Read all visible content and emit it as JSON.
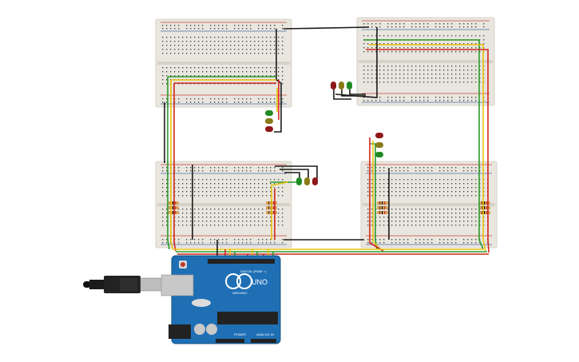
{
  "arduino": {
    "logo_text": "ARDUINO",
    "model": "UNO",
    "digital_label": "DIGITAL (PWM ~)",
    "power_label": "POWER",
    "analog_label": "ANALOG IN"
  },
  "colors": {
    "board": "#1f6fb5",
    "wire_red": "#d0261c",
    "wire_yellow": "#e8c20e",
    "wire_green": "#2a9a2a",
    "wire_black": "#1a1a1a",
    "led_red": "#8e1717",
    "led_yellow": "#8a7a18",
    "led_green": "#1f8a24"
  },
  "components": {
    "breadboards": 4,
    "traffic_lights": 4,
    "resistors": 12,
    "icons": [
      "usb-cable-icon",
      "arduino-uno-board-icon",
      "led-icon",
      "resistor-icon",
      "breadboard-icon"
    ]
  }
}
